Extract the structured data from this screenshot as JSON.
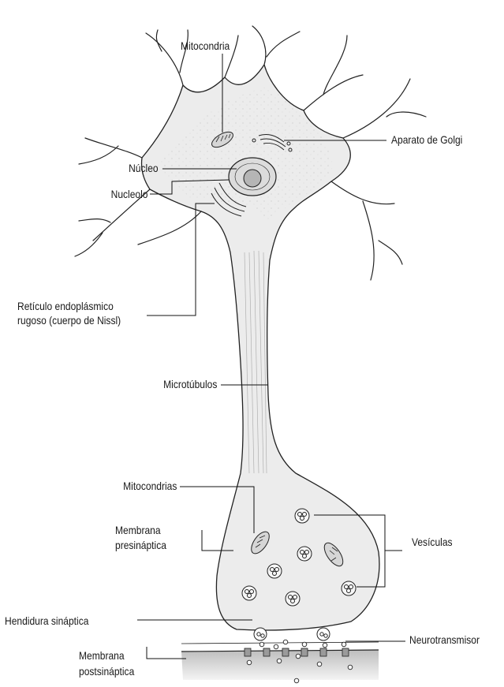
{
  "labels": {
    "mitocondria": "Mitocondria",
    "aparato_golgi": "Aparato de Golgi",
    "nucleo": "Núcleo",
    "nucleolo": "Nucleolo",
    "reticulo_line1": "Retículo endoplásmico",
    "reticulo_line2": "rugoso (cuerpo de Nissl)",
    "microtubulos": "Microtúbulos",
    "mitocondrias": "Mitocondrias",
    "vesiculas": "Vesículas",
    "membrana_pre_line1": "Membrana",
    "membrana_pre_line2": "presináptica",
    "hendidura": "Hendidura sináptica",
    "neurotransmisor": "Neurotransmisor",
    "membrana_post_line1": "Membrana",
    "membrana_post_line2": "postsináptica"
  },
  "colors": {
    "cytoplasm": "#ececec",
    "outline": "#222222",
    "organelle": "#d6d6d6",
    "postsynaptic": "#c9c9c9"
  }
}
